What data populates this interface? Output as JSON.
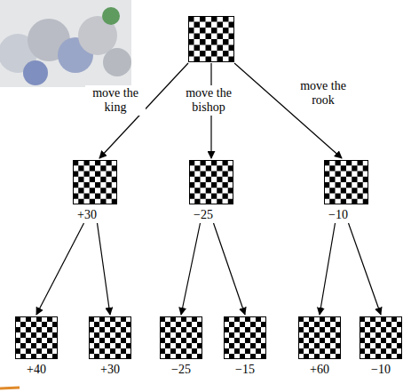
{
  "diagram": {
    "nodes": [
      {
        "text": []
      },
      {
        "text": [
          "+30"
        ]
      },
      {
        "text": [
          "−25"
        ]
      },
      {
        "text": [
          "−10"
        ]
      },
      {
        "text": [
          "+40"
        ]
      },
      {
        "text": [
          "+30"
        ]
      },
      {
        "text": [
          "−25"
        ]
      },
      {
        "text": [
          "−15"
        ]
      },
      {
        "text": [
          "+60"
        ]
      },
      {
        "text": [
          "−10"
        ]
      }
    ],
    "edges": [
      {
        "from": 0,
        "to": 1,
        "label": "move the king",
        "arrow": "to"
      },
      {
        "from": 0,
        "to": 2,
        "label": "move the bishop",
        "arrow": "to"
      },
      {
        "from": 0,
        "to": 3,
        "label": "move the rook",
        "arrow": "to"
      },
      {
        "from": 1,
        "to": 4,
        "arrow": "to"
      },
      {
        "from": 1,
        "to": 5,
        "arrow": "to"
      },
      {
        "from": 2,
        "to": 6,
        "arrow": "to"
      },
      {
        "from": 2,
        "to": 7,
        "arrow": "to"
      },
      {
        "from": 3,
        "to": 8,
        "arrow": "to"
      },
      {
        "from": 3,
        "to": 9,
        "arrow": "to"
      }
    ]
  }
}
